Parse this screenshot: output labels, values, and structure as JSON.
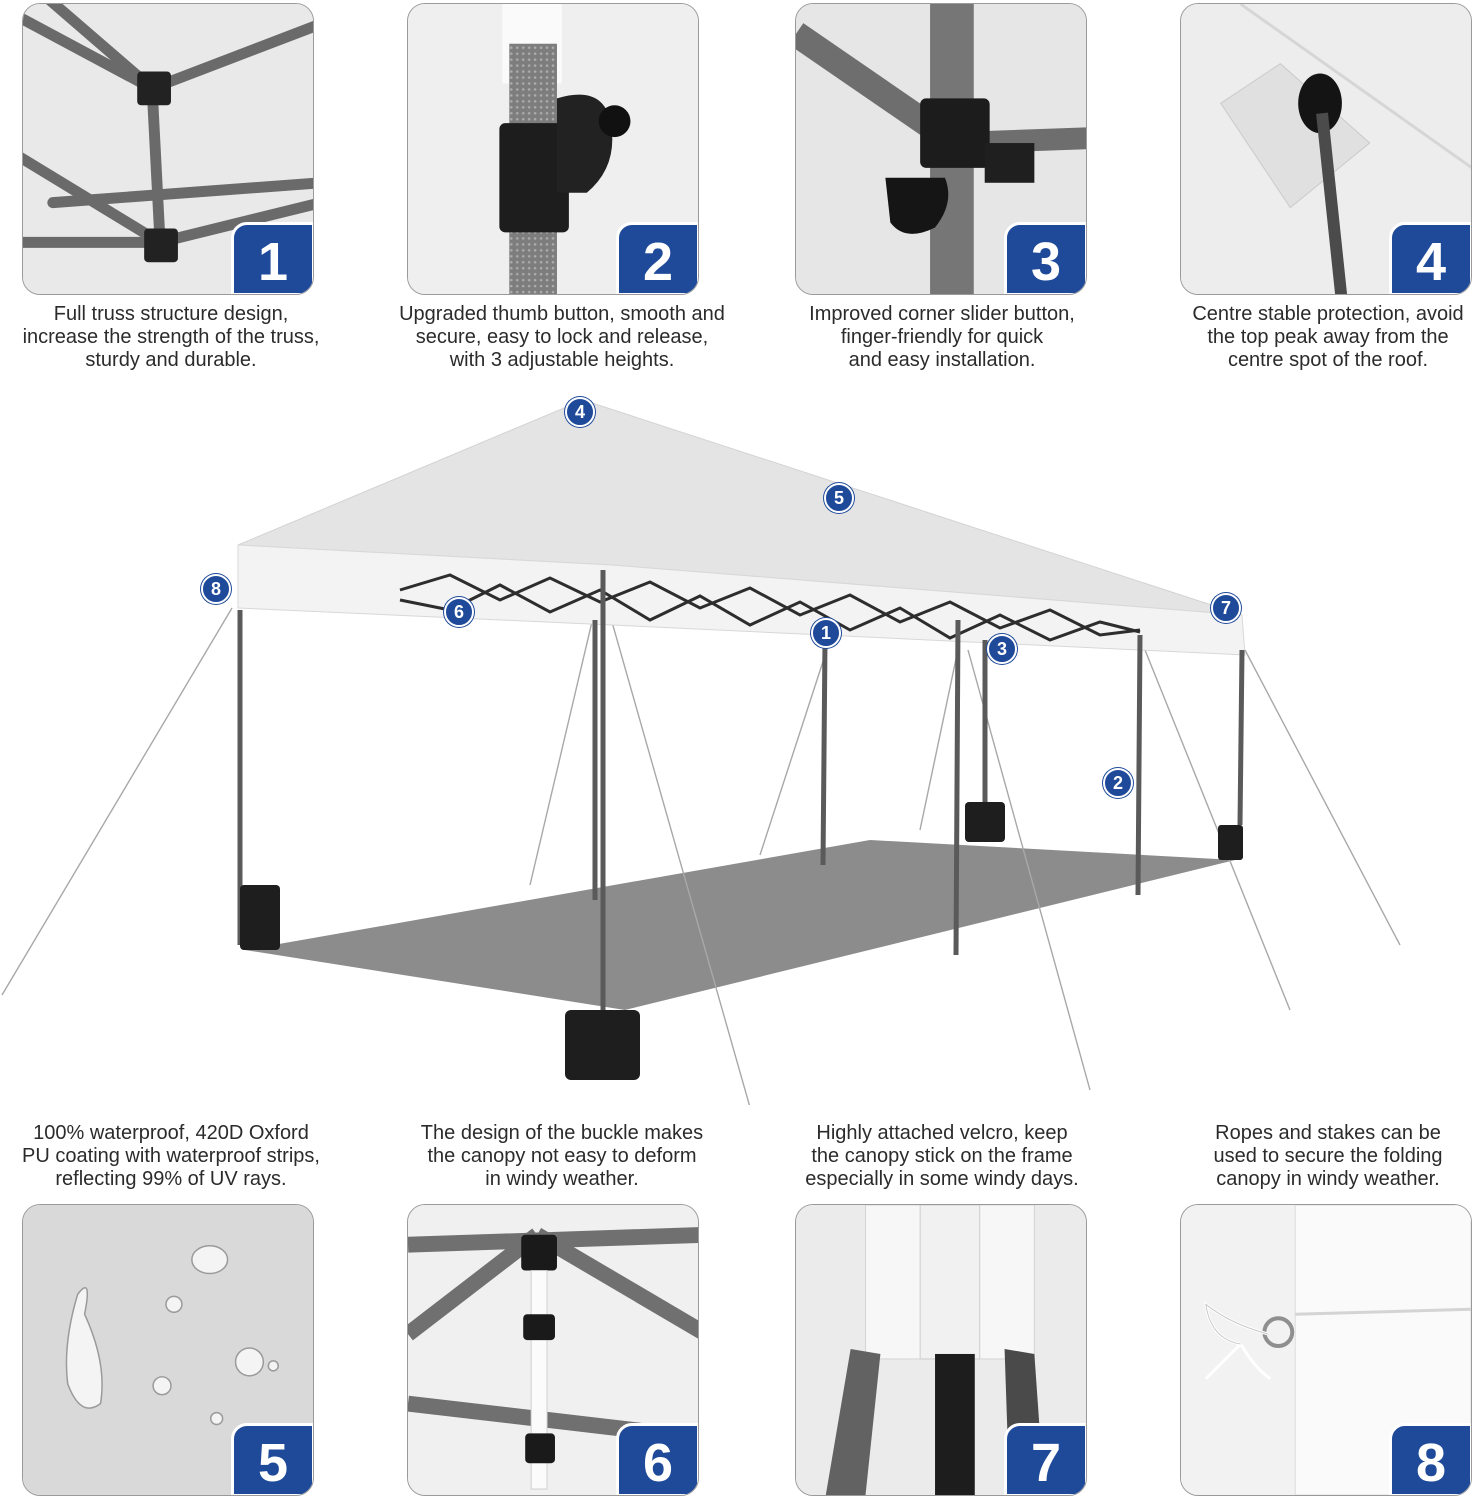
{
  "features_top": [
    {
      "number": "1",
      "lines": [
        "Full truss structure design,",
        "increase the strength of the truss,",
        "sturdy and durable."
      ]
    },
    {
      "number": "2",
      "lines": [
        "Upgraded thumb button, smooth and",
        "secure, easy to lock and release,",
        "with 3 adjustable heights."
      ]
    },
    {
      "number": "3",
      "lines": [
        "Improved corner slider button,",
        "finger-friendly for quick",
        "and easy installation."
      ]
    },
    {
      "number": "4",
      "lines": [
        "Centre stable protection, avoid",
        "the top peak away from the",
        "centre spot of the roof."
      ]
    }
  ],
  "features_bottom": [
    {
      "number": "5",
      "lines": [
        "100% waterproof, 420D Oxford",
        "PU coating with waterproof strips,",
        "reflecting 99% of UV rays."
      ]
    },
    {
      "number": "6",
      "lines": [
        "The design of the buckle makes",
        "the canopy not easy to deform",
        "in windy weather."
      ]
    },
    {
      "number": "7",
      "lines": [
        "Highly attached velcro, keep",
        "the canopy stick on the frame",
        "especially in some windy days."
      ]
    },
    {
      "number": "8",
      "lines": [
        "Ropes and stakes can be",
        "used to secure the folding",
        "canopy in windy weather."
      ]
    }
  ],
  "markers": [
    "4",
    "5",
    "8",
    "6",
    "1",
    "3",
    "7",
    "2"
  ],
  "colors": {
    "badge": "#1f4a9a",
    "canopy": "#f1f1f1",
    "frame": "#3a3a3a",
    "shadow": "#8c8c8c"
  }
}
